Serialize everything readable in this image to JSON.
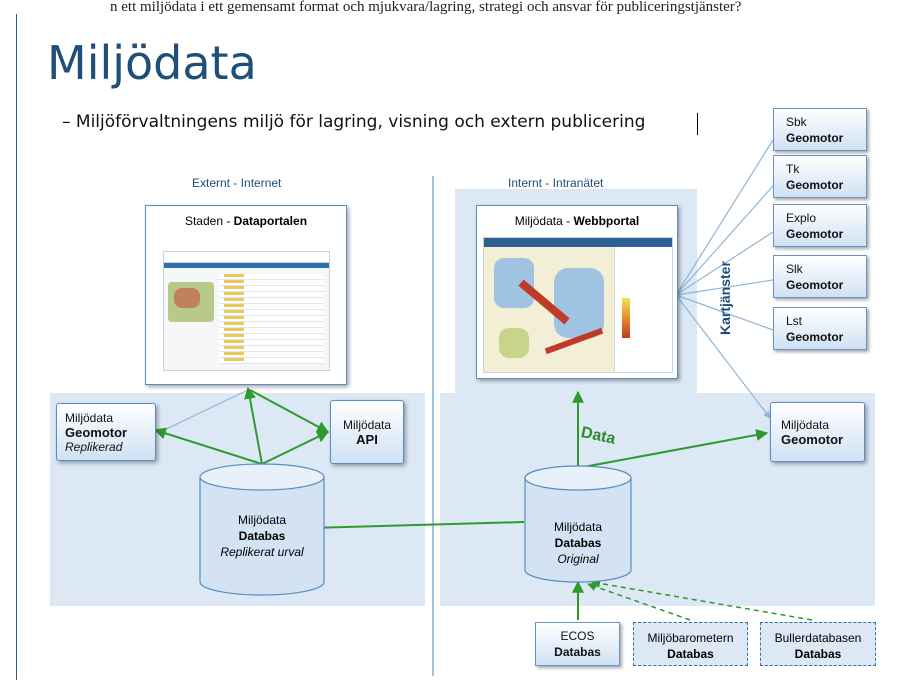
{
  "header_text": "n ett miljödata i ett gemensamt format och mjukvara/lagring, strategi och ansvar för publiceringstjänster?",
  "title": "Miljödata",
  "subtitle": "– Miljöförvaltningens miljö för lagring, visning och extern publicering",
  "sections": {
    "left_label": "Externt - Internet",
    "right_label": "Internt - Intranätet"
  },
  "dataportal": {
    "prefix": "Staden - ",
    "bold": "Dataportalen"
  },
  "webbportal": {
    "prefix": "Miljödata - ",
    "bold": "Webbportal"
  },
  "left_geomotor": {
    "line1": "Miljödata",
    "line2": "Geomotor",
    "line3": "Replikerad"
  },
  "api_box": {
    "line1": "Miljödata",
    "line2": "API"
  },
  "right_geomotor": {
    "line1": "Miljödata",
    "line2": "Geomotor"
  },
  "db_replikerad": {
    "line1": "Miljödata",
    "line2": "Databas",
    "line3": "Replikerat urval"
  },
  "db_original": {
    "line1": "Miljödata",
    "line2": "Databas",
    "line3": "Original"
  },
  "data_label": "Data",
  "kartjanster_label": "Kartjänster",
  "map_services": [
    {
      "name": "Sbk",
      "engine": "Geomotor"
    },
    {
      "name": "Tk",
      "engine": "Geomotor"
    },
    {
      "name": "Explo",
      "engine": "Geomotor"
    },
    {
      "name": "Slk",
      "engine": "Geomotor"
    },
    {
      "name": "Lst",
      "engine": "Geomotor"
    }
  ],
  "sources": [
    {
      "name": "ECOS",
      "type": "Databas"
    },
    {
      "name": "Miljöbarometern",
      "type": "Databas"
    },
    {
      "name": "Bullerdatabasen",
      "type": "Databas"
    }
  ],
  "colors": {
    "title": "#1f4e79",
    "band": "#dce9f5",
    "arrow_green": "#2e9a2e",
    "line_blue": "#8db6d8"
  }
}
